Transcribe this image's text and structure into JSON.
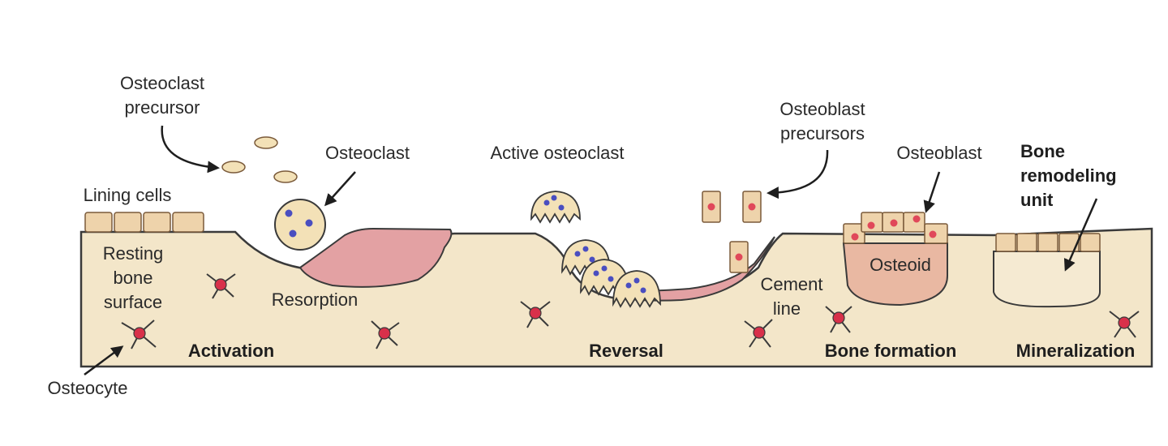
{
  "labels": {
    "osteoclast_precursor_line1": "Osteoclast",
    "osteoclast_precursor_line2": "precursor",
    "osteoclast": "Osteoclast",
    "active_osteoclast": "Active osteoclast",
    "osteoblast_precursors_line1": "Osteoblast",
    "osteoblast_precursors_line2": "precursors",
    "osteoblast": "Osteoblast",
    "bmu_line1": "Bone",
    "bmu_line2": "remodeling",
    "bmu_line3": "unit",
    "lining_cells": "Lining cells",
    "resting_line1": "Resting",
    "resting_line2": "bone",
    "resting_line3": "surface",
    "resorption": "Resorption",
    "osteoid": "Osteoid",
    "cement_line1": "Cement",
    "cement_line2": "line",
    "osteocyte": "Osteocyte"
  },
  "phases": {
    "activation": "Activation",
    "reversal": "Reversal",
    "bone_formation": "Bone formation",
    "mineralization": "Mineralization"
  },
  "colors": {
    "bone": "#f3e6c9",
    "bone_outline": "#3a3a3a",
    "lining_cell": "#eed3ab",
    "resorption": "#e3a1a3",
    "osteoid": "#e9b8a2",
    "nucleus_blue": "#4a4ec0",
    "nucleus_red": "#e0485a",
    "osteocyte_body": "#d8304a"
  }
}
